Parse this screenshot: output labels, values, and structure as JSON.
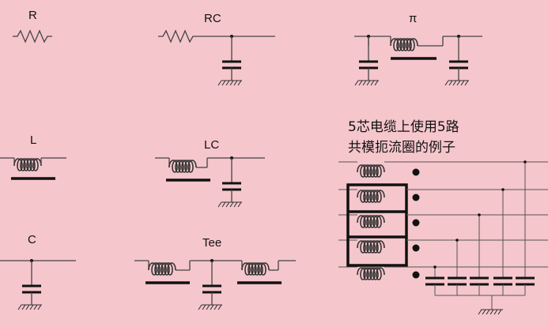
{
  "labels": {
    "r": "R",
    "rc": "RC",
    "pi": "π",
    "l": "L",
    "lc": "LC",
    "c": "C",
    "tee": "Tee"
  },
  "caption": {
    "line1": "5芯电缆上使用5路",
    "line2": "共模扼流圈的例子"
  },
  "colors": {
    "background": "#f5c6cc",
    "wire": "#444444",
    "component": "#111111"
  }
}
